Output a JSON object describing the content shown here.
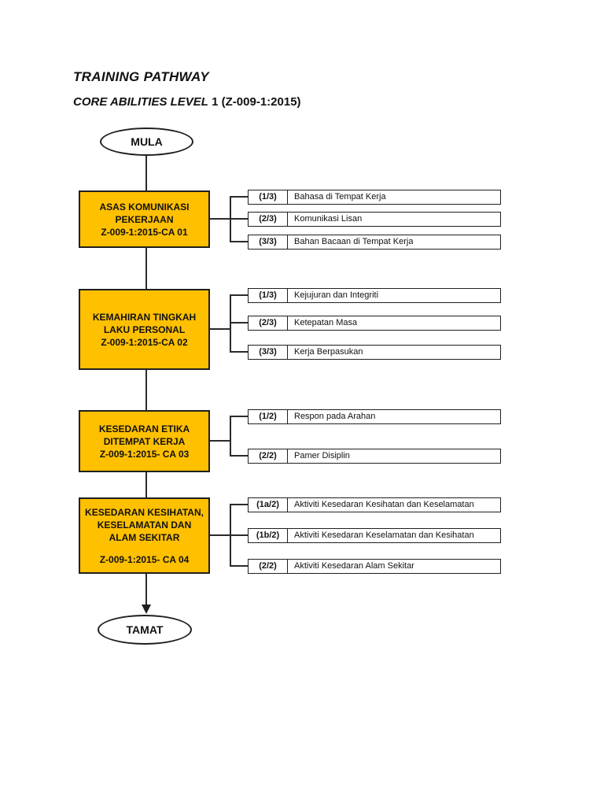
{
  "page": {
    "title": "TRAINING PATHWAY",
    "subtitle_core": "CORE ABILITIES LEVEL",
    "subtitle_code": "1 (Z-009-1:2015)"
  },
  "colors": {
    "box_fill": "#FFC000",
    "line": "#2a2a2a",
    "border": "#1f1f1f"
  },
  "flow": {
    "start_label": "MULA",
    "end_label": "TAMAT",
    "groups": [
      {
        "name": "ASAS KOMUNIKASI PEKERJAAN",
        "code": "Z-009-1:2015-CA 01",
        "rows": [
          {
            "tag": "(1/3)",
            "label": "Bahasa di Tempat Kerja"
          },
          {
            "tag": "(2/3)",
            "label": "Komunikasi Lisan"
          },
          {
            "tag": "(3/3)",
            "label": "Bahan Bacaan di Tempat Kerja"
          }
        ]
      },
      {
        "name": "KEMAHIRAN TINGKAH LAKU PERSONAL",
        "code": "Z-009-1:2015-CA 02",
        "rows": [
          {
            "tag": "(1/3)",
            "label": "Kejujuran dan Integriti"
          },
          {
            "tag": "(2/3)",
            "label": "Ketepatan Masa"
          },
          {
            "tag": "(3/3)",
            "label": "Kerja Berpasukan"
          }
        ]
      },
      {
        "name": "KESEDARAN ETIKA DITEMPAT KERJA",
        "code": "Z-009-1:2015- CA 03",
        "rows": [
          {
            "tag": "(1/2)",
            "label": "Respon pada Arahan"
          },
          {
            "tag": "(2/2)",
            "label": "Pamer Disiplin"
          }
        ]
      },
      {
        "name": "KESEDARAN KESIHATAN, KESELAMATAN DAN ALAM SEKITAR",
        "code": "Z-009-1:2015- CA 04",
        "rows": [
          {
            "tag": "(1a/2)",
            "label": "Aktiviti Kesedaran Kesihatan dan Keselamatan"
          },
          {
            "tag": "(1b/2)",
            "label": "Aktiviti Kesedaran Keselamatan dan Kesihatan"
          },
          {
            "tag": "(2/2)",
            "label": "Aktiviti Kesedaran Alam Sekitar"
          }
        ]
      }
    ]
  }
}
